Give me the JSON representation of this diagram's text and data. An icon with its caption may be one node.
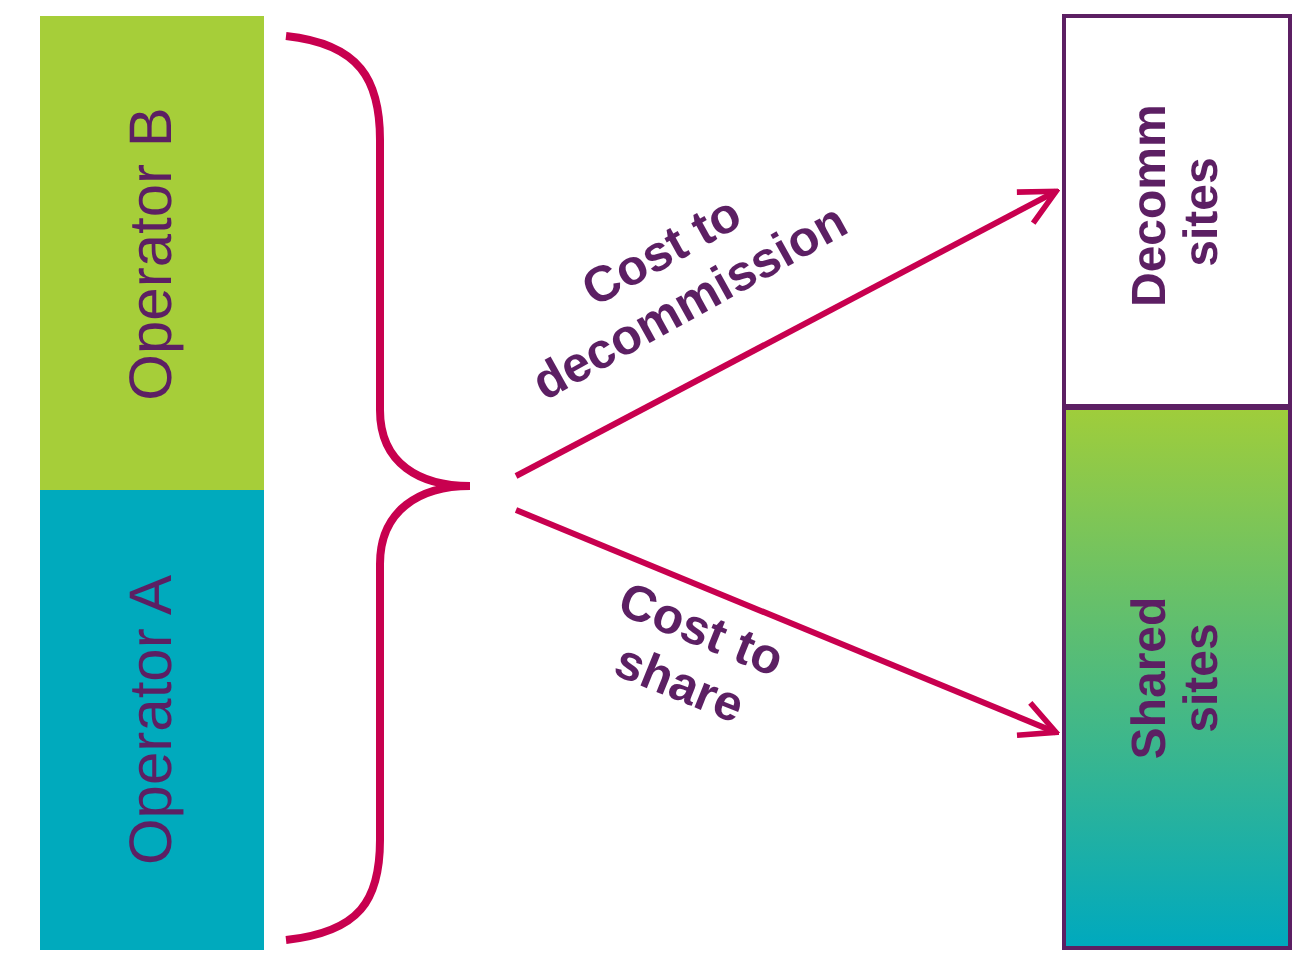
{
  "diagram": {
    "nodes": [
      {
        "text": [
          "Operator B"
        ]
      },
      {
        "text": [
          "Operator A"
        ]
      },
      {
        "text": [
          "Decomm sites"
        ]
      },
      {
        "text": [
          "Shared sites"
        ]
      }
    ],
    "edges": [
      {
        "from": null,
        "to": 2,
        "arrow": "to",
        "label": "Cost to decommission"
      },
      {
        "from": null,
        "to": 3,
        "arrow": "to",
        "label": "Cost to share"
      }
    ]
  }
}
